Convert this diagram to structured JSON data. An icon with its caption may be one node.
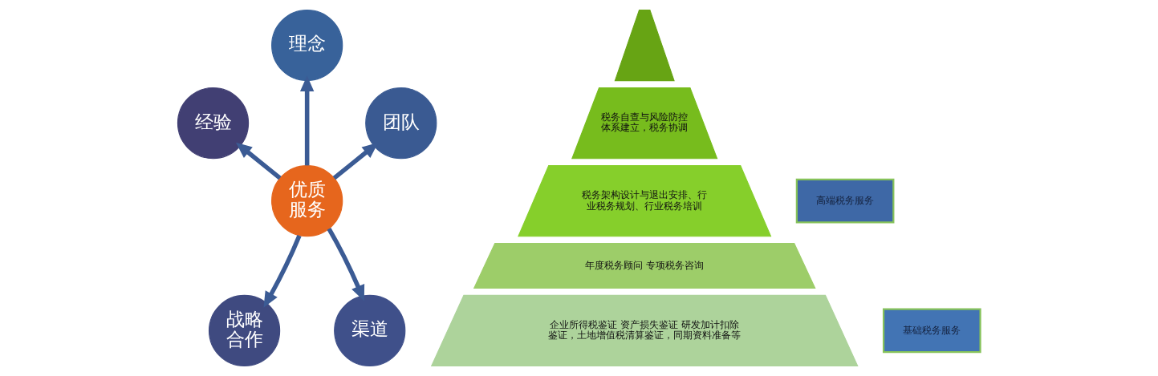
{
  "diagram": {
    "nodes": [
      {
        "text": [
          "理念"
        ]
      },
      {
        "text": [
          "经验"
        ]
      },
      {
        "text": [
          "团队"
        ]
      },
      {
        "text": [
          "优质服务"
        ]
      },
      {
        "text": [
          "战略合作"
        ]
      },
      {
        "text": [
          "渠道"
        ]
      },
      {
        "text": [],
        "shape": "triangle"
      },
      {
        "text": [
          "税务自查与风险防控体系建立，税务协调"
        ]
      },
      {
        "text": [
          "税务架构设计与退出安排、行业税务规划、行业税务培训"
        ]
      },
      {
        "text": [
          "年度税务顾问 专项税务咨询"
        ]
      },
      {
        "text": [
          "企业所得税鉴证 资产损失鉴证 研发加计扣除鉴证，土地增值税清算鉴证，同期资料准备等"
        ]
      },
      {
        "text": [
          "高端税务服务"
        ]
      },
      {
        "text": [
          "基础税务服务"
        ]
      }
    ],
    "edges": [
      {
        "from": 3,
        "to": 0,
        "arrow": "to"
      },
      {
        "from": 3,
        "to": 2,
        "arrow": "to"
      },
      {
        "from": 3,
        "to": 5,
        "arrow": "to"
      },
      {
        "from": 3,
        "to": 4,
        "arrow": "to"
      },
      {
        "from": 3,
        "to": 1,
        "arrow": "to"
      }
    ]
  }
}
